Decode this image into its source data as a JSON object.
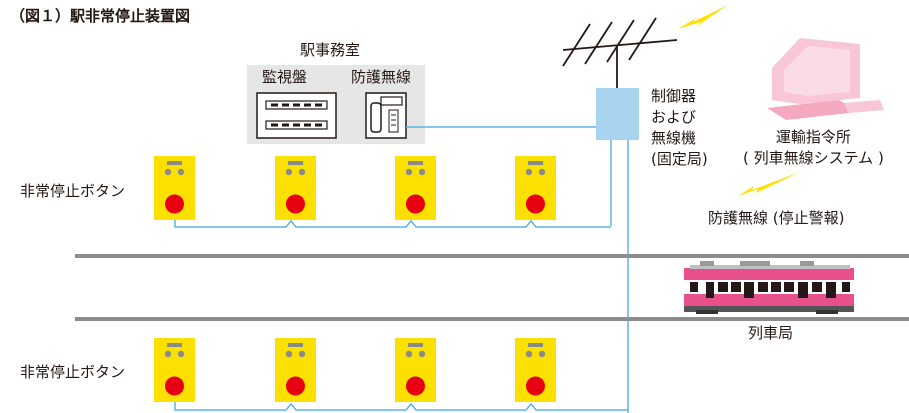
{
  "title": "（図１）駅非常停止装置図",
  "station_office": {
    "label": "駅事務室",
    "monitor_panel": "監視盤",
    "protection_radio": "防護無線"
  },
  "controller": {
    "label": "制御器\nおよび\n無線機\n(固定局)"
  },
  "dispatch_center": {
    "label": "運輸指令所\n( 列車無線システム )"
  },
  "emergency_buttons": {
    "upper_label": "非常停止ボタン",
    "lower_label": "非常停止ボタン"
  },
  "warning_signal": {
    "label": "防護無線 (停止警報)"
  },
  "train_station": {
    "label": "列車局"
  },
  "colors": {
    "button_body": "#fce000",
    "button_red": "#e60012",
    "button_gray": "#8a8a8a",
    "wire": "#5bb4e6",
    "controller_box": "#a8d4f0",
    "office_bg": "#e6e6e6",
    "rail": "#8c8c8c",
    "lightning": "#ffe000",
    "computer": "#f8c6d6",
    "train_pink": "#e8508c"
  },
  "icons": [
    "antenna-icon",
    "lightning-icon",
    "computer-icon",
    "train-icon",
    "monitor-panel-icon",
    "radio-device-icon",
    "emergency-button-icon"
  ]
}
